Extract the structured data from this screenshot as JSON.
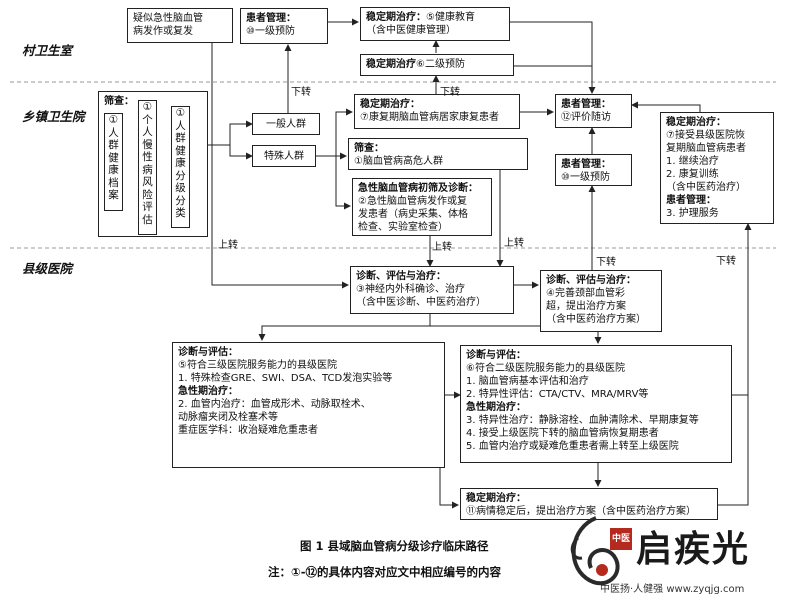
{
  "tiers": {
    "village": "村卫生室",
    "township": "乡镇卫生院",
    "county": "县级医院"
  },
  "boxes": {
    "suspect": {
      "lines": [
        "疑似急性脑血管",
        "病发作或复发"
      ]
    },
    "vil_mgmt": {
      "head": "患者管理：",
      "lines": [
        "⑩一级预防"
      ]
    },
    "vil_edu": {
      "head": "稳定期治疗：",
      "head_tail": "⑤健康教育",
      "lines": [
        "（含中医健康管理）"
      ]
    },
    "vil_sec": {
      "head": "稳定期治疗",
      "head_tail": "⑥二级预防"
    },
    "screen_label": "筛查：",
    "screen_cols": [
      [
        "①",
        "人",
        "群",
        "健",
        "康",
        "档",
        "案"
      ],
      [
        "①",
        "个",
        "人",
        "慢",
        "性",
        "病",
        "风",
        "险",
        "评",
        "估"
      ],
      [
        "①",
        "人",
        "群",
        "健",
        "康",
        "分",
        "级",
        "分",
        "类"
      ]
    ],
    "general": {
      "lines": [
        "一般人群"
      ]
    },
    "special": {
      "lines": [
        "特殊人群"
      ]
    },
    "twp_rehab": {
      "head": "稳定期治疗：",
      "lines": [
        "⑦康复期脑血管病居家康复患者"
      ]
    },
    "twp_follow": {
      "head": "患者管理：",
      "lines": [
        "⑫评价随访"
      ]
    },
    "twp_screen": {
      "head": "筛查：",
      "lines": [
        "①脑血管病高危人群"
      ]
    },
    "twp_prev": {
      "head": "患者管理：",
      "lines": [
        "⑩一级预防"
      ]
    },
    "twp_acute": {
      "head": "急性脑血管病初筛及诊断：",
      "lines": [
        "②急性脑血管病发作或复",
        "发患者（病史采集、体格",
        "检查、实验室检查）"
      ]
    },
    "twp_right": {
      "head": "稳定期治疗：",
      "lines": [
        "⑦接受县级医院恢",
        "复期脑血管病患者",
        "1. 继续治疗",
        "2. 康复训练",
        "（含中医药治疗）"
      ],
      "head2": "患者管理：",
      "lines2": [
        "3. 护理服务"
      ]
    },
    "cty_diag": {
      "head": "诊断、评估与治疗：",
      "lines": [
        "③神经内外科确诊、治疗",
        "（含中医诊断、中医药治疗）"
      ]
    },
    "cty_carotid": {
      "head": "诊断、评估与治疗：",
      "lines": [
        "④完善颈部血管彩",
        "超，提出治疗方案",
        "（含中医药治疗方案）"
      ]
    },
    "cty_l3": {
      "head": "诊断与评估：",
      "lines": [
        "⑤符合三级医院服务能力的县级医院",
        "1. 特殊检查GRE、SWI、DSA、TCD发泡实验等"
      ],
      "head2": "急性期治疗：",
      "lines2": [
        "2. 血管内治疗：血管成形术、动脉取栓术、",
        "动脉瘤夹闭及栓塞术等",
        "重症医学科：收治疑难危重患者"
      ]
    },
    "cty_l2": {
      "head": "诊断与评估：",
      "lines": [
        "⑥符合二级医院服务能力的县级医院",
        "1. 脑血管病基本评估和治疗",
        "2. 特异性评估：CTA/CTV、MRA/MRV等"
      ],
      "head2": "急性期治疗：",
      "lines2": [
        "3. 特异性治疗：静脉溶栓、血肿清除术、早期康复等",
        "4. 接受上级医院下转的脑血管病恢复期患者",
        "5. 血管内治疗或疑难危重患者需上转至上级医院"
      ]
    },
    "cty_stable": {
      "head": "稳定期治疗：",
      "lines": [
        "⑪病情稳定后，提出治疗方案（含中医药治疗方案）"
      ]
    }
  },
  "edge_labels": {
    "down_vil": "下转",
    "down_mid": "下转",
    "up_left": "上转",
    "up_mid": "上转",
    "up_right": "上转",
    "down_right1": "下转",
    "down_right2": "下转"
  },
  "caption": {
    "title": "图 1 县域脑血管病分级诊疗临床路径",
    "note": "注：①-⑫的具体内容对应文中相应编号的内容"
  },
  "watermark": {
    "brand": "启疾光",
    "seal": "中医",
    "site": "中医扬·人健强 www.zyqjg.com"
  }
}
